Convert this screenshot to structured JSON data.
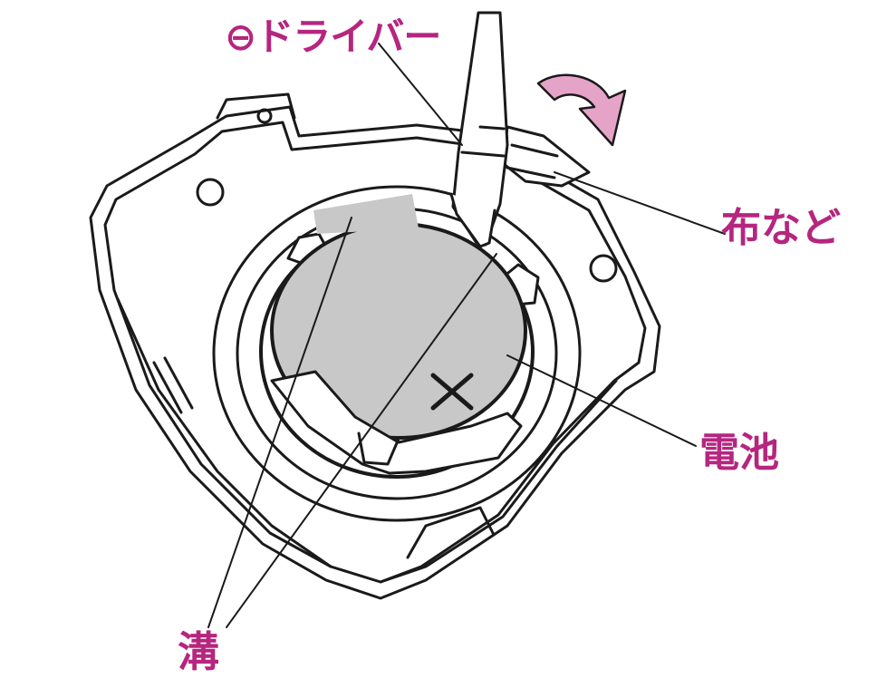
{
  "labels": {
    "driver": "⊖ドライバー",
    "cloth": "布など",
    "battery": "電池",
    "groove": "溝"
  },
  "colors": {
    "accent": "#b5267f",
    "arrow_fill": "#e6a3c8",
    "battery_fill": "#c8c8c8",
    "line": "#1a1a1a"
  },
  "icons": {
    "battery_mark": "x-mark-icon",
    "arrow": "curved-arrow-icon"
  }
}
